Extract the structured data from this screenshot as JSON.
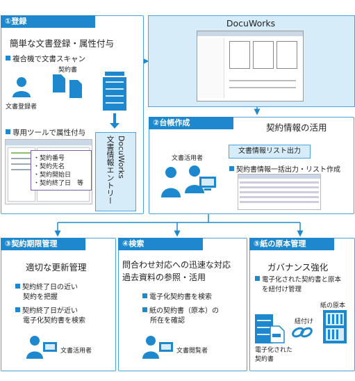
{
  "panel1": {
    "header": "①登録",
    "title": "簡単な文書登録・属性付与",
    "bullet1": "複合機で文書スキャン",
    "doc_label": "契約書",
    "person_label": "文書登録者",
    "bullet2": "専用ツールで属性付与",
    "attributes": [
      "・契約番号",
      "・契約先名",
      "・契約開始日",
      "・契約終了日　等"
    ],
    "entry_line1": "DocuWorks",
    "entry_line2": "文書情報エントリー"
  },
  "docuworks": {
    "title": "DocuWorks"
  },
  "panel2": {
    "header": "②台帳作成",
    "title": "契約情報の活用",
    "person_label": "文書活用者",
    "button": "文書情報リスト出力",
    "bullet": "契約書情報一括出力・リスト作成"
  },
  "panel3": {
    "header": "③契約期限管理",
    "title": "適切な更新管理",
    "b1a": "契約終了日の近い",
    "b1b": "契約を把握",
    "b2a": "契約終了日が近い",
    "b2b": "電子化契約書を検索",
    "person_label": "文書活用者"
  },
  "panel4": {
    "header": "④検索",
    "title1": "問合わせ対応への迅速な対応",
    "title2": "過去資料の参照・活用",
    "b1": "電子化契約書を検索",
    "b2a": "紙の契約書（原本）の",
    "b2b": "所在を確認",
    "person_label": "文書閲覧者"
  },
  "panel5": {
    "header": "⑤紙の原本管理",
    "title": "ガバナンス強化",
    "b1a": "電子化された契約書と原本",
    "b1b": "を紐付け管理",
    "paper_label": "紙の原本",
    "link_label": "紐付け",
    "digital_label1": "電子化された",
    "digital_label2": "契約書"
  },
  "colors": {
    "accent": "#1e88cf",
    "panel_border": "#4aa3df",
    "light": "#d6ecf8"
  }
}
